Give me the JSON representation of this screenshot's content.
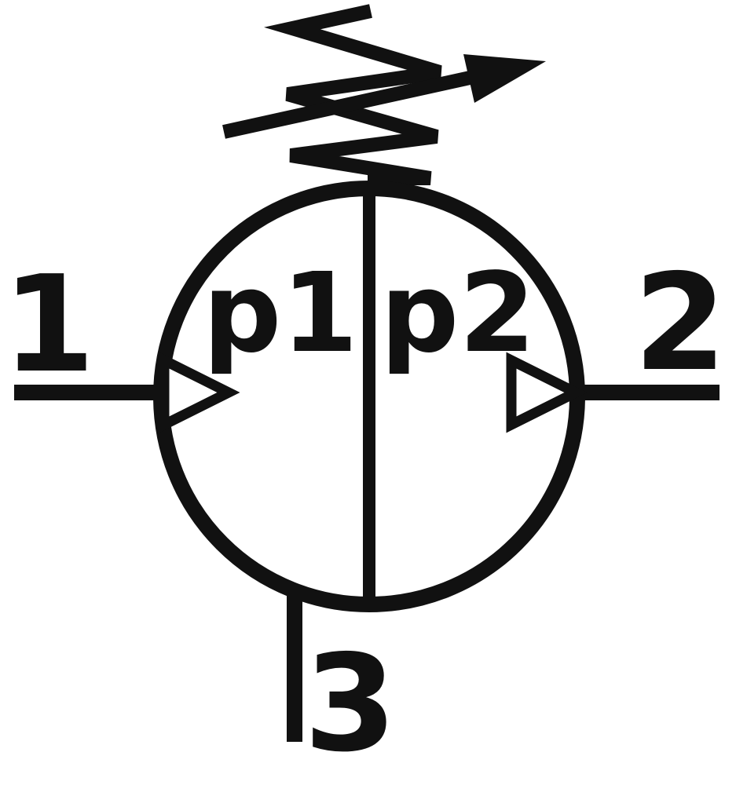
{
  "diagram": {
    "labels": {
      "port_left": "1",
      "port_right": "2",
      "port_bottom": "3",
      "pressure_left": "p1",
      "pressure_right": "p2"
    },
    "colors": {
      "stroke": "#111111",
      "background": "#ffffff",
      "arrowhead_fill": "#111111",
      "triangle_fill": "#ffffff"
    }
  }
}
